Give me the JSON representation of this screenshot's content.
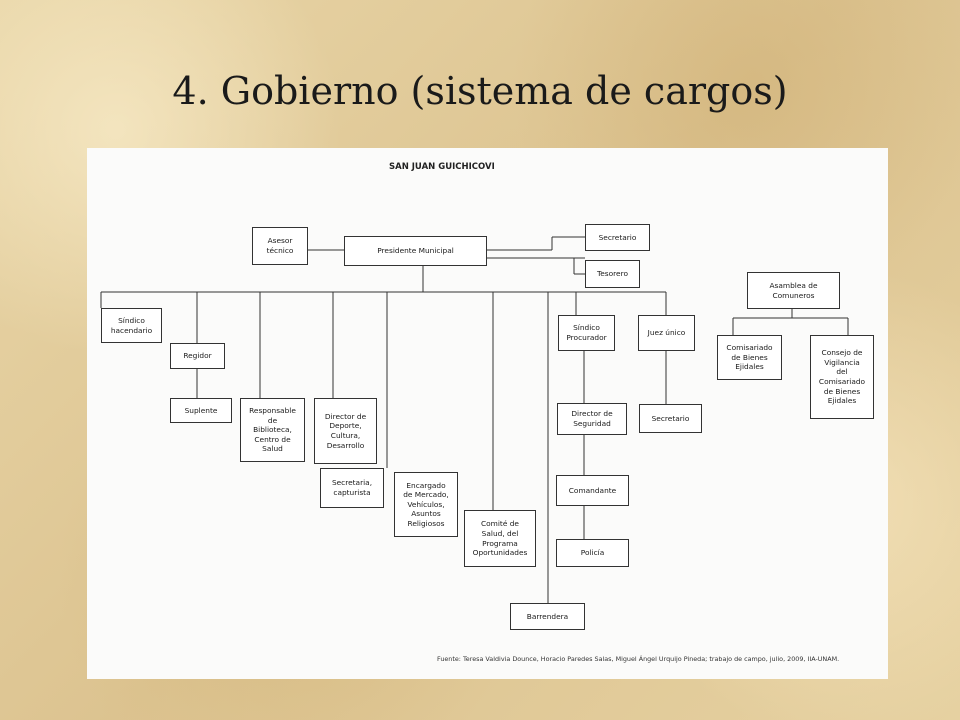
{
  "slide": {
    "title": "4. Gobierno (sistema de cargos)"
  },
  "org_chart": {
    "title": "SAN JUAN GUICHICOVI",
    "source": "Fuente: Teresa Valdivia Dounce, Horacio Paredes Salas, Miguel Ángel Urquijo Pineda; trabajo de campo, julio, 2009, IIA-UNAM.",
    "nodes": {
      "asesor_tecnico": "Asesor\ntécnico",
      "presidente_municipal": "Presidente Municipal",
      "secretario": "Secretario",
      "tesorero": "Tesorero",
      "sindico_hacendario": "Síndico\nhacendario",
      "regidor": "Regidor",
      "suplente": "Suplente",
      "responsable_biblioteca": "Responsable\nde\nBiblioteca,\nCentro de\nSalud",
      "director_deporte": "Director de\nDeporte,\nCultura,\nDesarrollo",
      "secretaria_capturista": "Secretaria,\ncapturista",
      "encargado_mercado": "Encargado\nde Mercado,\nVehículos,\nAsuntos\nReligiosos",
      "comite_salud": "Comité de\nSalud, del\nPrograma\nOportunidades",
      "barrendera": "Barrendera",
      "sindico_procurador": "Síndico\nProcurador",
      "director_seguridad": "Director de\nSeguridad",
      "comandante": "Comandante",
      "policia": "Policía",
      "juez_unico": "Juez único",
      "secretario_juez": "Secretario",
      "asamblea_comuneros": "Asamblea de\nComuneros",
      "comisariado_bienes": "Comisariado\nde Bienes\nEjidales",
      "consejo_vigilancia": "Consejo de\nVigilancia\ndel\nComisariado\nde Bienes\nEjidales"
    }
  }
}
